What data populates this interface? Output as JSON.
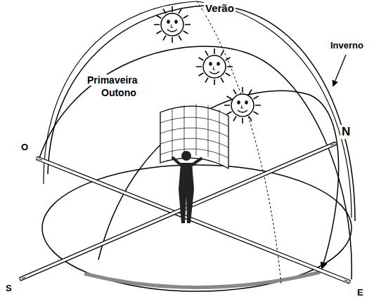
{
  "diagram": {
    "labels": [
      "Verão",
      "Inverno",
      "Primaveira",
      "Outono",
      "O",
      "N",
      "S",
      "E"
    ]
  }
}
